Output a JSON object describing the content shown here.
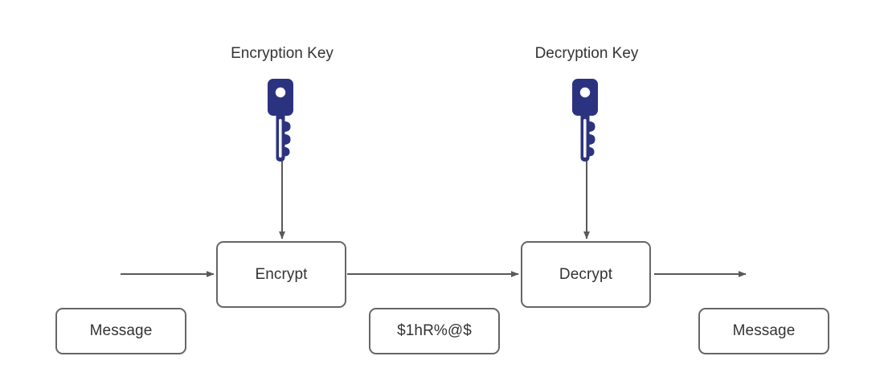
{
  "diagram": {
    "title_visible": false,
    "colors": {
      "key_fill": "#2b3380",
      "stroke": "#666666",
      "text": "#333333",
      "background": "#ffffff"
    },
    "labels": {
      "encryption_key": "Encryption Key",
      "decryption_key": "Decryption Key"
    },
    "nodes": [
      {
        "id": "message-in",
        "label": "Message",
        "type": "data"
      },
      {
        "id": "encrypt",
        "label": "Encrypt",
        "type": "process"
      },
      {
        "id": "ciphertext",
        "label": "$1hR%@$",
        "type": "data"
      },
      {
        "id": "decrypt",
        "label": "Decrypt",
        "type": "process"
      },
      {
        "id": "message-out",
        "label": "Message",
        "type": "data"
      }
    ],
    "icons": {
      "encryption_key_icon": "key-icon",
      "decryption_key_icon": "key-icon"
    },
    "edges": [
      {
        "id": "edge-plaintext-in",
        "from": "message-in",
        "to": "encrypt",
        "direction": "right"
      },
      {
        "id": "edge-encrypt-to-decrypt",
        "from": "encrypt",
        "to": "decrypt",
        "direction": "right"
      },
      {
        "id": "edge-decrypt-out",
        "from": "decrypt",
        "to": "message-out",
        "direction": "right"
      },
      {
        "id": "edge-enckey-to-encrypt",
        "from": "encryption-key",
        "to": "encrypt",
        "direction": "down"
      },
      {
        "id": "edge-deckey-to-decrypt",
        "from": "decryption-key",
        "to": "decrypt",
        "direction": "down"
      }
    ]
  }
}
